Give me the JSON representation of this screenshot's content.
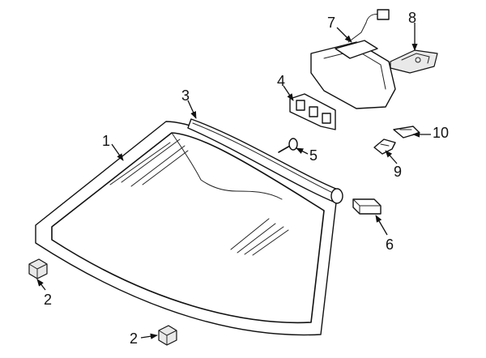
{
  "callouts": [
    {
      "id": "c1",
      "label": "1"
    },
    {
      "id": "c2a",
      "label": "2"
    },
    {
      "id": "c2b",
      "label": "2"
    },
    {
      "id": "c3",
      "label": "3"
    },
    {
      "id": "c4",
      "label": "4"
    },
    {
      "id": "c5",
      "label": "5"
    },
    {
      "id": "c6",
      "label": "6"
    },
    {
      "id": "c7",
      "label": "7"
    },
    {
      "id": "c8",
      "label": "8"
    },
    {
      "id": "c9",
      "label": "9"
    },
    {
      "id": "c10",
      "label": "10"
    }
  ]
}
